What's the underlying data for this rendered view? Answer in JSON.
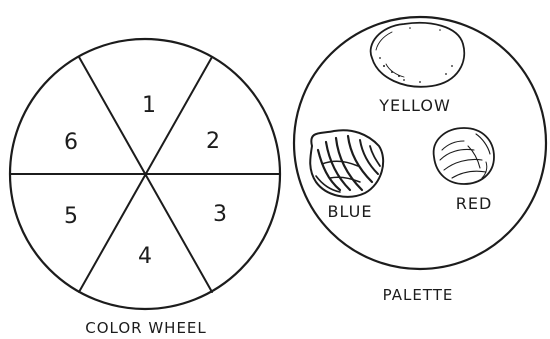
{
  "wheel": {
    "segments": [
      "1",
      "2",
      "3",
      "4",
      "5",
      "6"
    ],
    "caption": "COLOR WHEEL"
  },
  "palette": {
    "caption": "PALETTE",
    "paints": [
      {
        "name": "yellow",
        "label": "YELLOW"
      },
      {
        "name": "blue",
        "label": "BLUE"
      },
      {
        "name": "red",
        "label": "RED"
      }
    ]
  }
}
